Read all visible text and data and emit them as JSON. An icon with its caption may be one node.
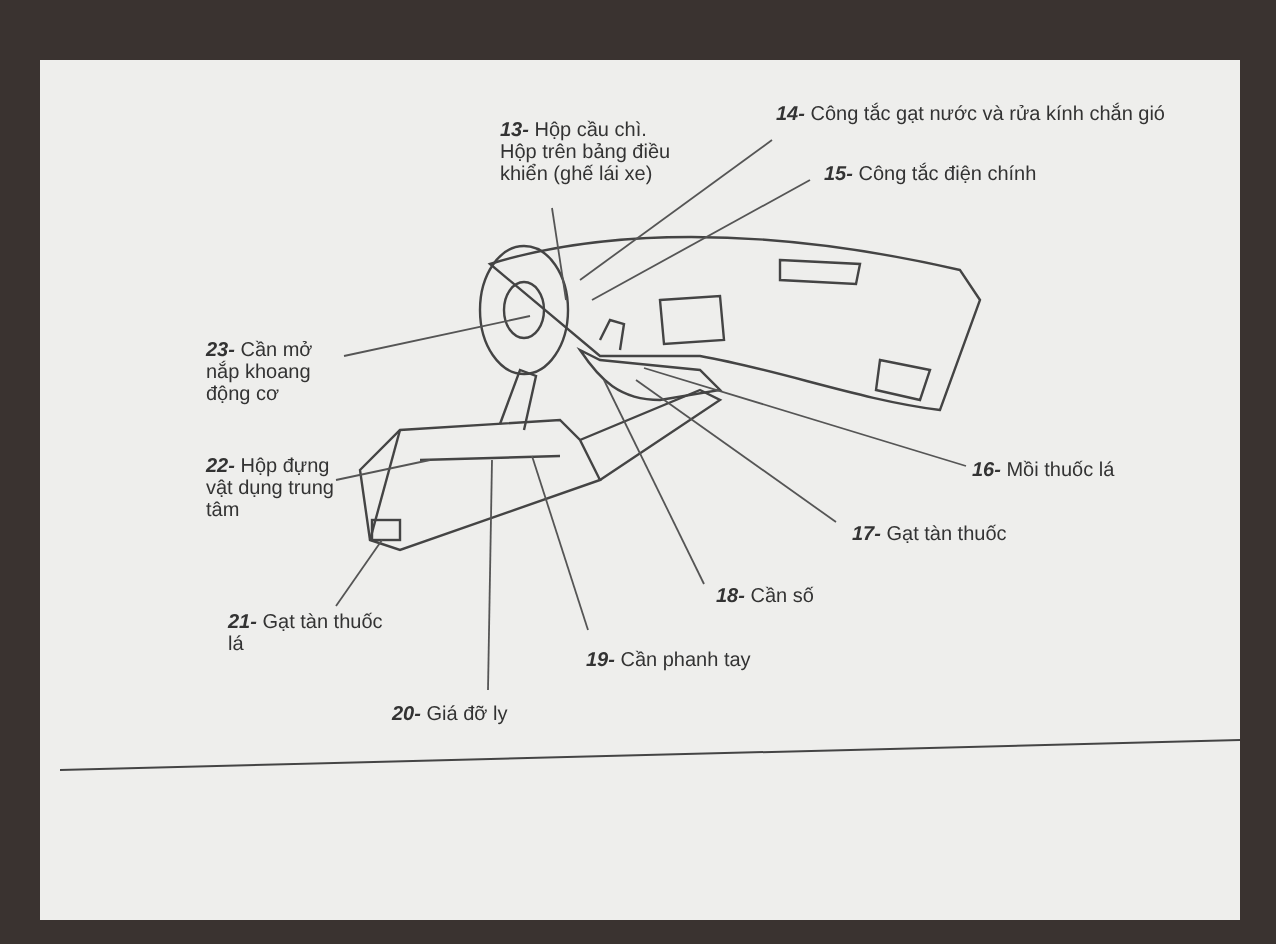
{
  "diagram": {
    "nodes": [
      {
        "text": [
          "**13-** Hộp cầu chì. Hộp trên bảng điều khiển (ghế lái xe)"
        ]
      },
      {
        "text": [
          "**14-** Công tắc gạt nước và rửa kính chắn gió"
        ]
      },
      {
        "text": [
          "**15-** Công tắc điện chính"
        ]
      },
      {
        "text": [
          "**23-** Cần mở nắp khoang động cơ"
        ]
      },
      {
        "text": [
          "**22-** Hộp đựng vật dụng trung tâm"
        ]
      },
      {
        "text": [
          "**16-** Mồi thuốc lá"
        ]
      },
      {
        "text": [
          "**17-** Gạt tàn thuốc"
        ]
      },
      {
        "text": [
          "**21-** Gạt tàn thuốc lá"
        ]
      },
      {
        "text": [
          "**18-** Cần số"
        ]
      },
      {
        "text": [
          "**19-** Cần phanh tay"
        ]
      },
      {
        "text": [
          "**20-** Giá đỡ ly"
        ]
      },
      {
        "text": [],
        "shape": "box"
      }
    ],
    "edges": [
      {
        "from": 0,
        "to": null,
        "arrow": "none"
      },
      {
        "from": 1,
        "to": null,
        "arrow": "none"
      },
      {
        "from": 2,
        "to": null,
        "arrow": "none"
      },
      {
        "from": 3,
        "to": null,
        "arrow": "none"
      },
      {
        "from": 4,
        "to": null,
        "arrow": "none"
      },
      {
        "from": 5,
        "to": null,
        "arrow": "none"
      },
      {
        "from": 6,
        "to": null,
        "arrow": "none"
      },
      {
        "from": 7,
        "to": 11,
        "arrow": "none"
      },
      {
        "from": 8,
        "to": null,
        "arrow": "none"
      },
      {
        "from": 9,
        "to": null,
        "arrow": "none"
      },
      {
        "from": 10,
        "to": null,
        "arrow": "none"
      }
    ]
  }
}
